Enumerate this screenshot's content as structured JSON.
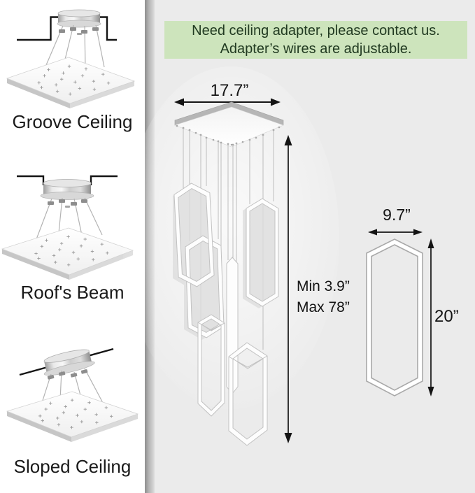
{
  "banner": {
    "line1": "Need ceiling adapter, please contact us.",
    "line2": "Adapter’s wires are adjustable."
  },
  "mounts": [
    {
      "label": "Groove Ceiling"
    },
    {
      "label": "Roof's Beam"
    },
    {
      "label": "Sloped Ceiling"
    }
  ],
  "dims": {
    "canopy_width": "17.7”",
    "wire_min": "Min 3.9”",
    "wire_max": "Max 78”",
    "ring_width": "9.7”",
    "ring_height": "20”"
  },
  "colors": {
    "banner_bg": "#cde4bc",
    "banner_fg": "#213a21",
    "panel_bg": "#ebebeb",
    "divider": "#8e8e8e",
    "arrow": "#141414",
    "ring_stroke": "#c2c2c2"
  }
}
